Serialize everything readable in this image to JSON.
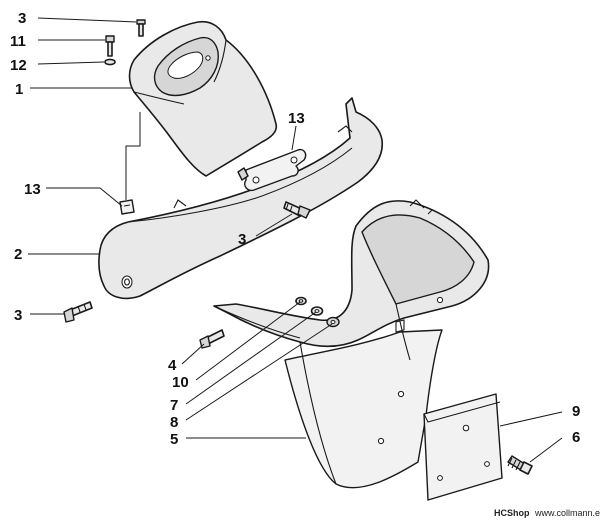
{
  "callouts": {
    "c3_top": "3",
    "c11": "11",
    "c12": "12",
    "c1": "1",
    "c13_right": "13",
    "c13_left": "13",
    "c2": "2",
    "c3_mid": "3",
    "c3_left": "3",
    "c4": "4",
    "c10": "10",
    "c7": "7",
    "c8": "8",
    "c5": "5",
    "c9": "9",
    "c6": "6"
  },
  "watermark": {
    "brand": "HCShop",
    "url": "www.collmann.eu"
  }
}
